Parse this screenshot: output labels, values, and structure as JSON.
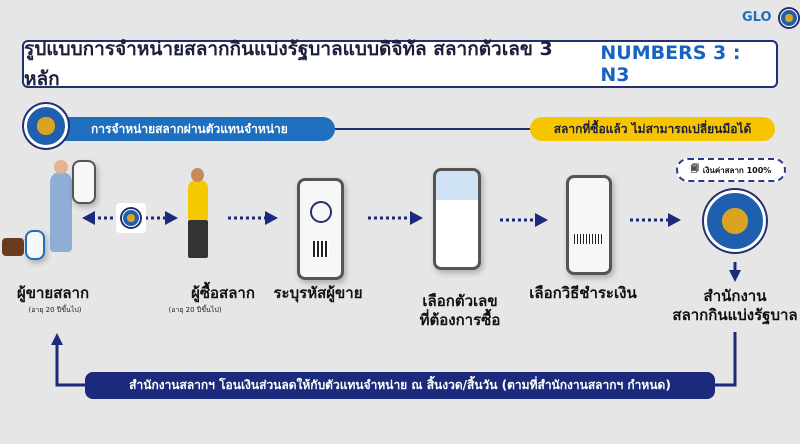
{
  "header": {
    "logo_text": "GLO",
    "title": "รูปแบบการจำหน่ายสลากกินแบ่งรัฐบาลแบบดิจิทัล สลากตัวเลข 3 หลัก",
    "title_highlight": "NUMBERS 3 : N3"
  },
  "banners": {
    "channel": "การจำหน่ายสลากผ่านตัวแทนจำหน่าย",
    "notice": "สลากที่ซื้อแล้ว ไม่สามารถเปลี่ยนมือได้"
  },
  "steps": [
    {
      "label": "ผู้ขายสลาก",
      "sublabel": "(อายุ 20 ปีขึ้นไป)"
    },
    {
      "label": "ผู้ซื้อสลาก",
      "sublabel": "(อายุ 20 ปีขึ้นไป)"
    },
    {
      "label": "ระบุรหัสผู้ขาย"
    },
    {
      "label_line1": "เลือกตัวเลข",
      "label_line2": "ที่ต้องการซื้อ"
    },
    {
      "label": "เลือกวิธีชำระเงิน"
    },
    {
      "label_line1": "สำนักงาน",
      "label_line2": "สลากกินแบ่งรัฐบาล"
    }
  ],
  "badge": {
    "text": "เงินค่าสลาก 100%",
    "icon": "money-icon"
  },
  "footer": {
    "text": "สำนักงานสลากฯ โอนเงินส่วนลดให้กับตัวแทนจำหน่าย ณ สิ้นงวด/สิ้นวัน (ตามที่สำนักงานสลากฯ กำหนด)"
  },
  "colors": {
    "navy": "#1b2a7a",
    "blue": "#1f6fbf",
    "yellow": "#f7c500"
  }
}
